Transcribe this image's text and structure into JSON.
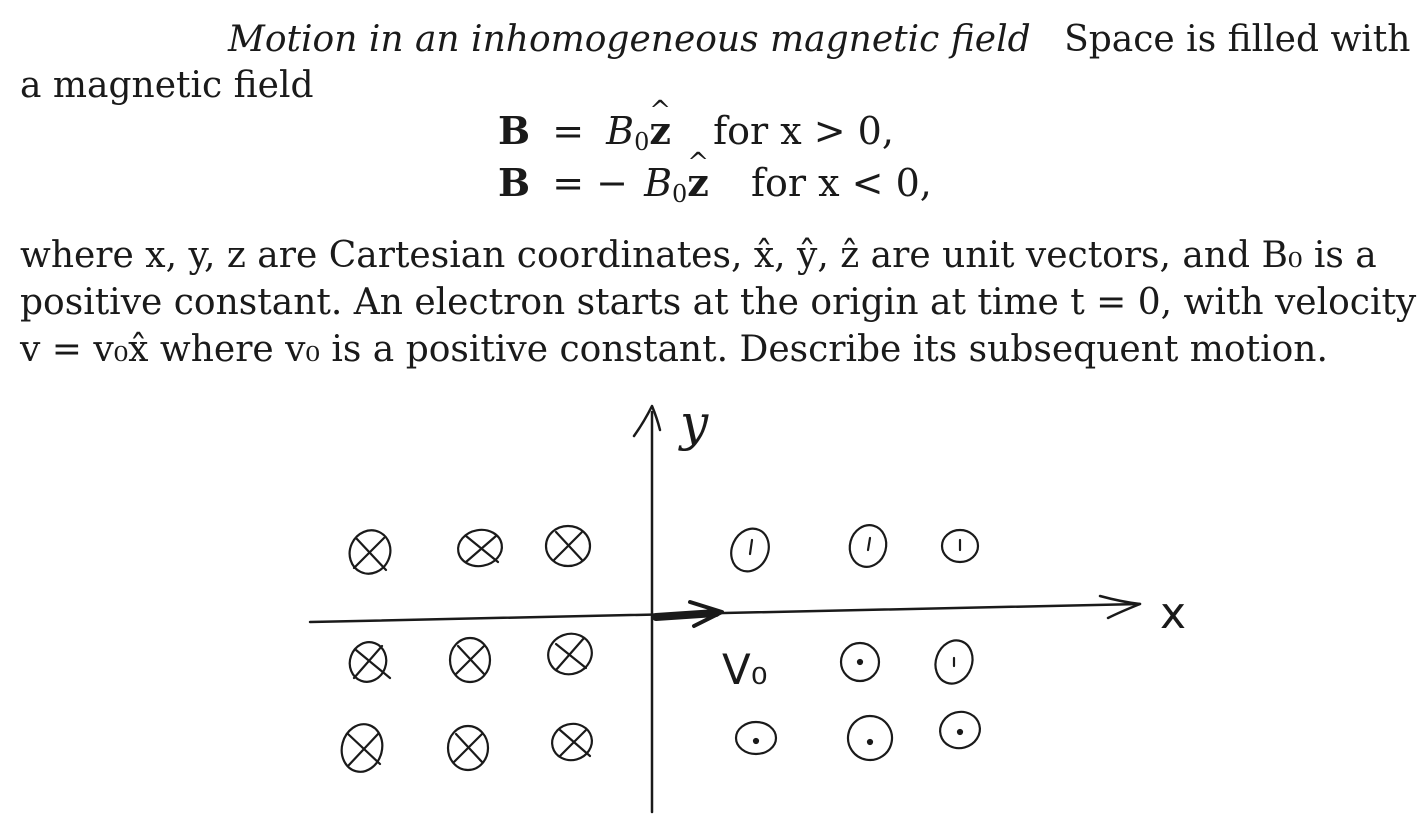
{
  "problem": {
    "title": "Motion in an inhomogeneous magnetic field",
    "intro_tail": "Space is filled with",
    "intro_line2": "a magnetic field",
    "eq1": {
      "lhs": "B",
      "eq": "=",
      "coef": "B",
      "sub": "0",
      "vec": "z",
      "cond": "for x > 0,"
    },
    "eq2": {
      "lhs": "B",
      "eq": "= −",
      "coef": "B",
      "sub": "0",
      "vec": "z",
      "cond": "for x < 0,"
    },
    "para": [
      "where x, y, z are Cartesian coordinates, x̂, ŷ, ẑ are unit vectors, and B₀ is a",
      "positive constant. An electron starts at the origin at time t = 0, with velocity",
      "v = v₀x̂ where v₀ is a positive constant. Describe its subsequent motion."
    ]
  },
  "figure": {
    "y_axis_label": "y",
    "x_axis_label": "x",
    "velocity_label": "V₀",
    "left_region_symbol": "into-page-cross",
    "right_region_symbol": "out-of-page-dot",
    "stroke_color": "#1a1a1a"
  }
}
